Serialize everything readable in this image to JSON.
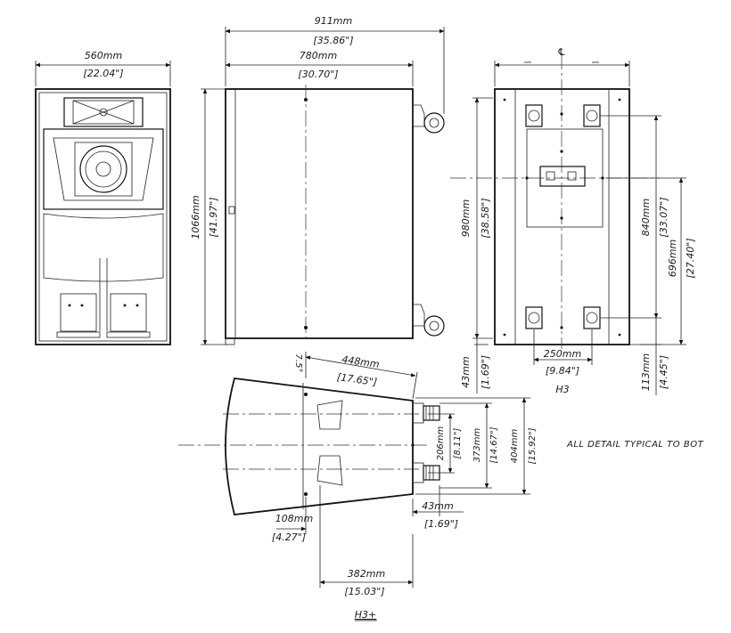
{
  "front_view": {
    "width_mm": "560mm",
    "width_in": "[22.04\"]",
    "height_mm": "1066mm",
    "height_in": "[41.97\"]"
  },
  "side_view": {
    "overall_mm": "911mm",
    "overall_in": "[35.86\"]",
    "depth_mm": "780mm",
    "depth_in": "[30.70\"]"
  },
  "rear_view": {
    "centerline_symbol": "℄",
    "height_mm": "980mm",
    "height_in": "[38.58\"]",
    "dim_840_mm": "840mm",
    "dim_840_in": "[33.07\"]",
    "dim_696_mm": "696mm",
    "dim_696_in": "[27.40\"]",
    "bottom_left_mm": "43mm",
    "bottom_left_in": "[1.69\"]",
    "bottom_right_mm": "113mm",
    "bottom_right_in": "[4.45\"]",
    "wheel_span_mm": "250mm",
    "wheel_span_in": "[9.84\"]",
    "label": "H3"
  },
  "top_view": {
    "angle": "7.5°",
    "top_mm": "448mm",
    "top_in": "[17.65\"]",
    "dim_206_mm": "206mm",
    "dim_206_in": "[8.11\"]",
    "dim_373_mm": "373mm",
    "dim_373_in": "[14.67\"]",
    "dim_404_mm": "404mm",
    "dim_404_in": "[15.92\"]",
    "left_mm": "108mm",
    "left_in": "[4.27\"]",
    "right_mm": "43mm",
    "right_in": "[1.69\"]",
    "bottom_mm": "382mm",
    "bottom_in": "[15.03\"]"
  },
  "note": "ALL DETAIL TYPICAL TO BOT",
  "caption": "H3+"
}
